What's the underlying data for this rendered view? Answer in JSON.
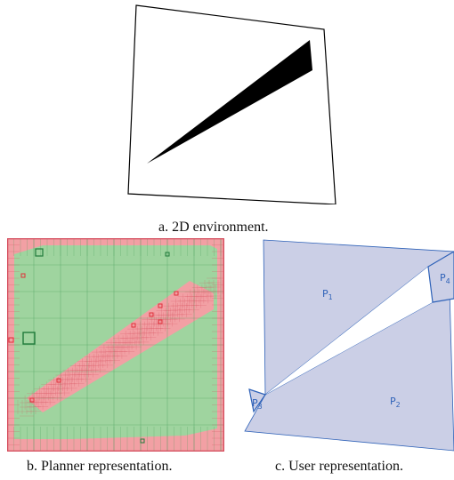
{
  "panel_a": {
    "caption": "a. 2D environment."
  },
  "panel_b": {
    "caption": "b. Planner representation."
  },
  "panel_c": {
    "caption": "c. User representation.",
    "regions": [
      {
        "name": "P",
        "sub": "1"
      },
      {
        "name": "P",
        "sub": "2"
      },
      {
        "name": "P",
        "sub": "3"
      },
      {
        "name": "P",
        "sub": "4"
      }
    ]
  },
  "colors": {
    "free": "#9fd49f",
    "free_line": "#3f9a55",
    "obstacle": "#f2a0a4",
    "obstacle_line": "#d4495a",
    "region_fill": "#cbcfe6",
    "region_line": "#2f62b8"
  }
}
